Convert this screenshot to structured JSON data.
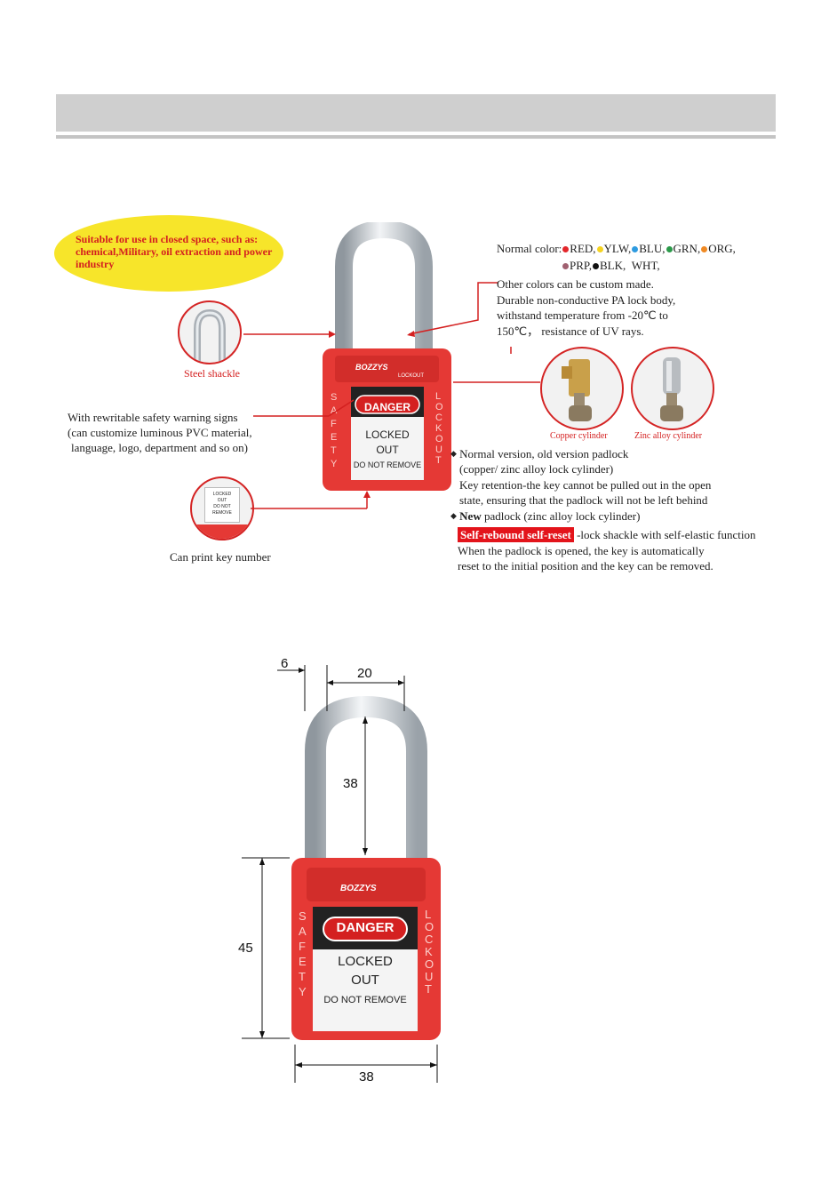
{
  "callouts": {
    "suitable": "Suitable for use in closed space, such as: chemical,Military, oil extraction and power industry",
    "steel_shackle": "Steel shackle",
    "signs_line1": "With rewritable safety warning signs",
    "signs_line2": "(can customize luminous PVC material,",
    "signs_line3": "language, logo, department and so on)",
    "key_number": "Can print key number"
  },
  "colors": {
    "prefix": "Normal color:",
    "list": [
      {
        "label": "RED,",
        "hex": "#e3262b"
      },
      {
        "label": "YLW,",
        "hex": "#f5d321"
      },
      {
        "label": "BLU,",
        "hex": "#2e9be0"
      },
      {
        "label": "GRN,",
        "hex": "#2b9a4a"
      },
      {
        "label": "ORG,",
        "hex": "#f08a24"
      },
      {
        "label": "PRP,",
        "hex": "#a06070"
      },
      {
        "label": "BLK,",
        "hex": "#111111"
      },
      {
        "label": "WHT,",
        "hex": ""
      }
    ],
    "custom": "Other colors can be custom made.",
    "body1": "Durable non-conductive PA lock body,",
    "body2": "withstand temperature from -20℃ to",
    "body3": "150℃，  resistance of UV rays."
  },
  "cylinders": {
    "copper": "Copper cylinder",
    "zinc": "Zinc alloy cylinder"
  },
  "versions": {
    "v1_title": "Normal version, old version padlock",
    "v1_sub": "(copper/ zinc alloy lock cylinder)",
    "v1_desc1": "Key retention-the key cannot be pulled out in the open",
    "v1_desc2": "state, ensuring that the padlock will not be left behind",
    "v2_bold": "New",
    "v2_rest": " padlock (zinc alloy lock cylinder)",
    "rebound_tag": "Self-rebound self-reset",
    "rebound_rest": " -lock shackle with self-elastic function",
    "rebound_desc1": "When the padlock is opened, the key is automatically",
    "rebound_desc2": "reset to the initial position and the key can be removed."
  },
  "lock": {
    "brand": "BOZZYS",
    "brand_sub": "LOCKOUT",
    "side_left": "SAFETY",
    "side_right": "LOCKOUT",
    "danger": "DANGER",
    "locked": "LOCKED",
    "out": "OUT",
    "remove": "DO NOT REMOVE",
    "body_color": "#e53935"
  },
  "key_tag": {
    "l1": "LOCKED",
    "l2": "OUT",
    "l3": "DO NOT REMOVE"
  },
  "dimensions": {
    "shackle_dia": "6",
    "shackle_width": "20",
    "shackle_clearance": "38",
    "body_height": "45",
    "body_width": "38"
  }
}
